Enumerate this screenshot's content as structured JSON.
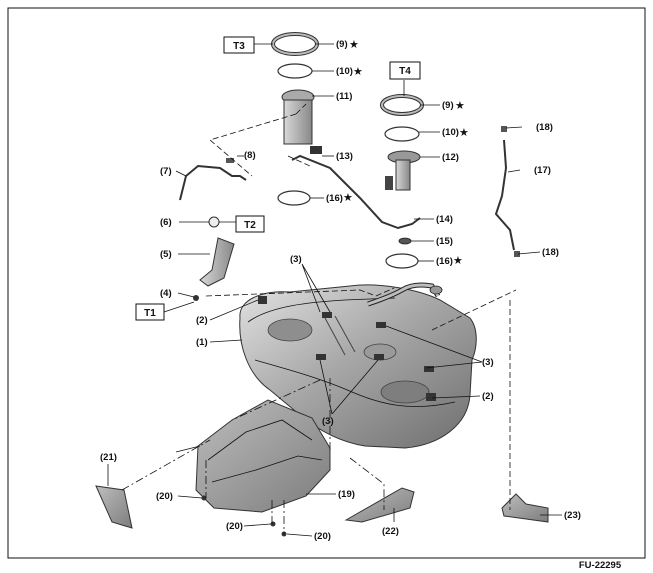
{
  "figure_code": "FU-22295",
  "star_symbol": "★",
  "callouts": [
    "(1)",
    "(2)",
    "(2)",
    "(3)",
    "(3)",
    "(3)",
    "(4)",
    "(5)",
    "(6)",
    "(7)",
    "(8)",
    "(9)",
    "(9)",
    "(10)",
    "(10)",
    "(11)",
    "(12)",
    "(13)",
    "(14)",
    "(15)",
    "(16)",
    "(16)",
    "(17)",
    "(18)",
    "(18)",
    "(19)",
    "(20)",
    "(20)",
    "(20)",
    "(21)",
    "(22)",
    "(23)"
  ],
  "torque_labels": [
    "T1",
    "T2",
    "T3",
    "T4"
  ]
}
